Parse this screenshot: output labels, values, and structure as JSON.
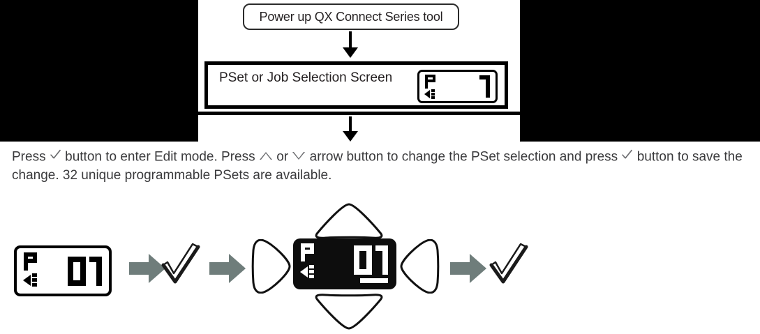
{
  "flow": {
    "step1": {
      "label": "Power up QX Connect Series tool",
      "shape": "rounded-rect"
    },
    "step2": {
      "label": "PSet or Job Selection Screen",
      "lcd": {
        "mode_icon": "P",
        "back_icon": "back-arrow-icon",
        "value": "1"
      }
    },
    "arrow1_icon": "down-arrow-icon",
    "arrow2_icon": "down-arrow-icon"
  },
  "body": {
    "line1_a": "Press",
    "check_icon": "check-button-icon",
    "line1_b": "button to enter Edit mode. Press",
    "up_icon": "up-arrow-button-icon",
    "line1_or": "or",
    "down_icon": "down-arrow-button-icon",
    "line1_c": "arrow button to change the PSet selection and press",
    "line1_d": "button to save",
    "line2": "the change. 32 unique programmable PSets are available."
  },
  "sequence": {
    "step1_lcd": {
      "mode_icon": "P",
      "back_icon": "back-arrow-icon",
      "value": "01",
      "inverted": false
    },
    "arrow1_icon": "right-arrow-icon",
    "check1_icon": "check-button-icon",
    "arrow2_icon": "right-arrow-icon",
    "navpad": {
      "up_icon": "nav-up-button",
      "down_icon": "nav-down-button",
      "left_icon": "nav-left-button",
      "right_icon": "nav-right-button",
      "lcd": {
        "mode_icon": "P",
        "back_icon": "back-arrow-icon",
        "value": "01",
        "inverted": true,
        "cursor": "underline"
      }
    },
    "arrow3_icon": "right-arrow-icon",
    "check2_icon": "check-button-icon"
  },
  "colors": {
    "page_bg": "#ffffff",
    "margin_black": "#000000",
    "text": "#231f20",
    "body_text": "#3a3a3c",
    "gray_arrow": "#6f7d7b",
    "lcd_inverted_bg": "#0d0d0d",
    "lcd_inverted_fg": "#ffffff"
  }
}
